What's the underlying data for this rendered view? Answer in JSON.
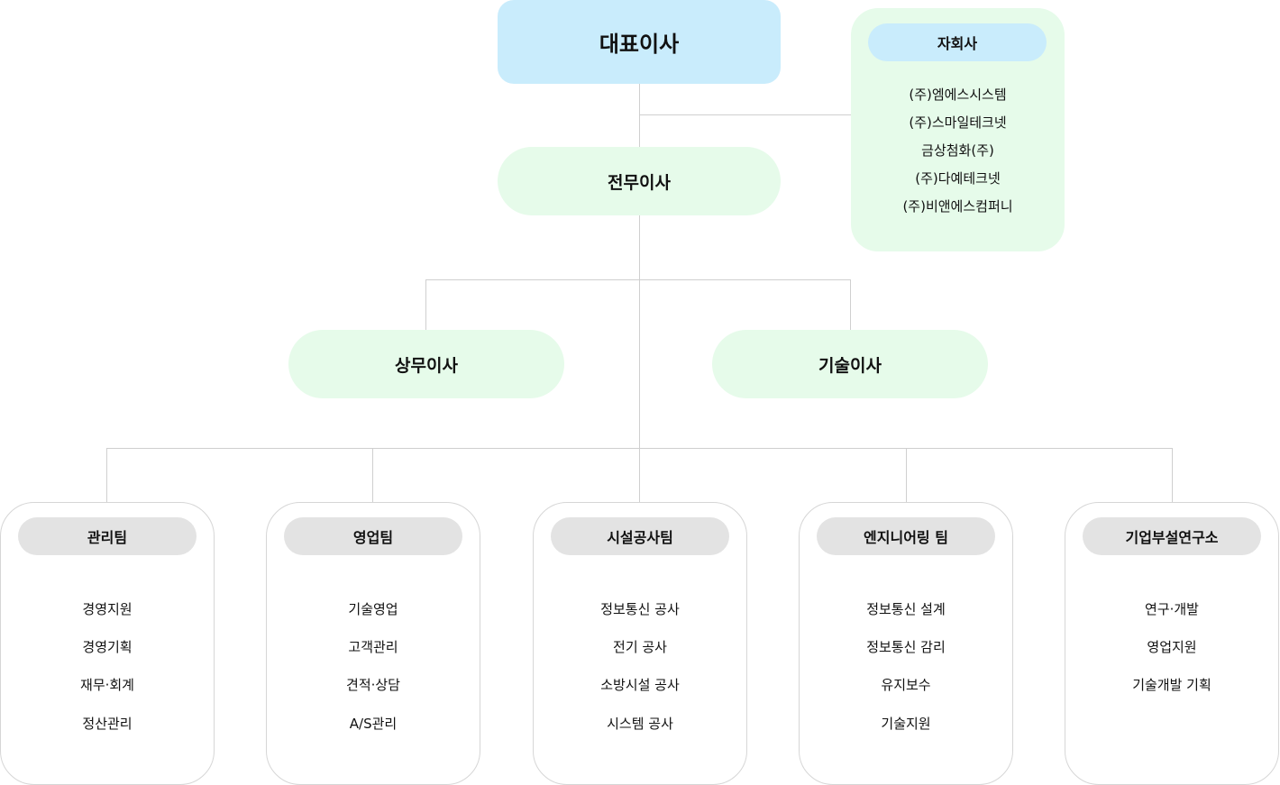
{
  "ceo": {
    "label": "대표이사"
  },
  "subsidiaries": {
    "title": "자회사",
    "items": [
      "(주)엠에스시스템",
      "(주)스마일테크넷",
      "금상첨화(주)",
      "(주)다예테크넷",
      "(주)비앤에스컴퍼니"
    ]
  },
  "managing_director": {
    "label": "전무이사"
  },
  "directors": [
    {
      "label": "상무이사"
    },
    {
      "label": "기술이사"
    }
  ],
  "teams": [
    {
      "title": "관리팀",
      "items": [
        "경영지원",
        "경영기획",
        "재무·회계",
        "정산관리"
      ]
    },
    {
      "title": "영업팀",
      "items": [
        "기술영업",
        "고객관리",
        "견적·상담",
        "A/S관리"
      ]
    },
    {
      "title": "시설공사팀",
      "items": [
        "정보통신 공사",
        "전기 공사",
        "소방시설 공사",
        "시스템 공사"
      ]
    },
    {
      "title": "엔지니어링 팀",
      "items": [
        "정보통신 설계",
        "정보통신 감리",
        "유지보수",
        "기술지원"
      ]
    },
    {
      "title": "기업부설연구소",
      "items": [
        "연구·개발",
        "영업지원",
        "기술개발 기획"
      ]
    }
  ],
  "colors": {
    "ceo_fill": "#c9ecfc",
    "exec_fill": "#e6fbea",
    "team_header_fill": "#e3e3e3",
    "connector": "#cfcfcf"
  }
}
